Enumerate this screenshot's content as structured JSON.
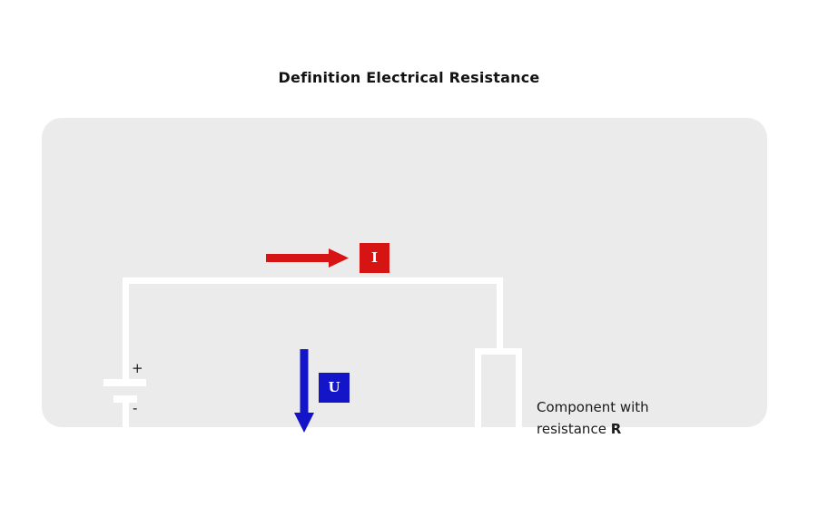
{
  "page": {
    "title": "Definition Electrical Resistance",
    "background_color": "#ffffff"
  },
  "diagram": {
    "panel": {
      "background_color": "#ebebeb",
      "corner_radius": "22px"
    },
    "wire_color": "#ffffff",
    "battery": {
      "plus_label": "+",
      "minus_label": "-",
      "plate_color": "#ffffff"
    },
    "resistor": {
      "border_color": "#ffffff",
      "caption_line1": "Component with",
      "caption_line2_prefix": "resistance ",
      "caption_line2_symbol": "R"
    },
    "current_arrow": {
      "label": "I",
      "color": "#d71414",
      "direction": "right",
      "chip_text_color": "#ffffff"
    },
    "voltage_arrow": {
      "label": "U",
      "color": "#1414c8",
      "direction": "down",
      "chip_text_color": "#ffffff"
    }
  }
}
